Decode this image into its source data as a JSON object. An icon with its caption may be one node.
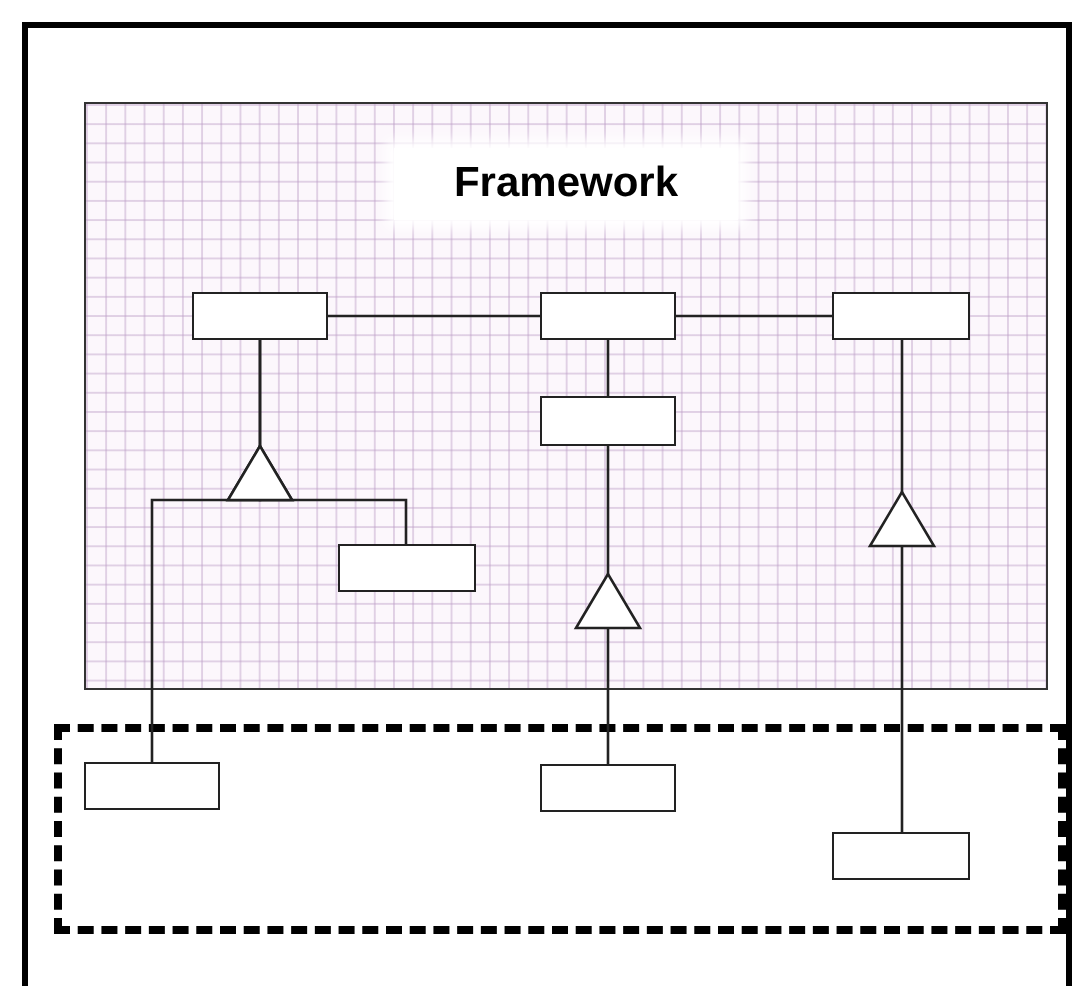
{
  "diagram": {
    "nodes": [
      {
        "text": [
          "Framework"
        ]
      },
      {
        "text": [],
        "shape": "box",
        "in": 0
      },
      {
        "text": [],
        "shape": "box",
        "in": 0
      },
      {
        "text": [],
        "shape": "box",
        "in": 0
      },
      {
        "text": [],
        "shape": "box",
        "in": 0
      },
      {
        "text": [],
        "shape": "box",
        "in": 0
      },
      {
        "text": [],
        "shape": "box"
      },
      {
        "text": [],
        "shape": "box",
        "in": 6
      },
      {
        "text": [],
        "shape": "box",
        "in": 6
      },
      {
        "text": [],
        "shape": "box",
        "in": 6
      }
    ],
    "edges": [
      {
        "from": 1,
        "to": 2,
        "arrow": "none"
      },
      {
        "from": 2,
        "to": 3,
        "arrow": "none"
      },
      {
        "from": 2,
        "to": 4,
        "arrow": "none"
      },
      {
        "from": 5,
        "to": 1,
        "arrow": "to"
      },
      {
        "from": 7,
        "to": 1,
        "arrow": "to"
      },
      {
        "from": 8,
        "to": 4,
        "arrow": "to"
      },
      {
        "from": 9,
        "to": 3,
        "arrow": "to"
      }
    ]
  }
}
